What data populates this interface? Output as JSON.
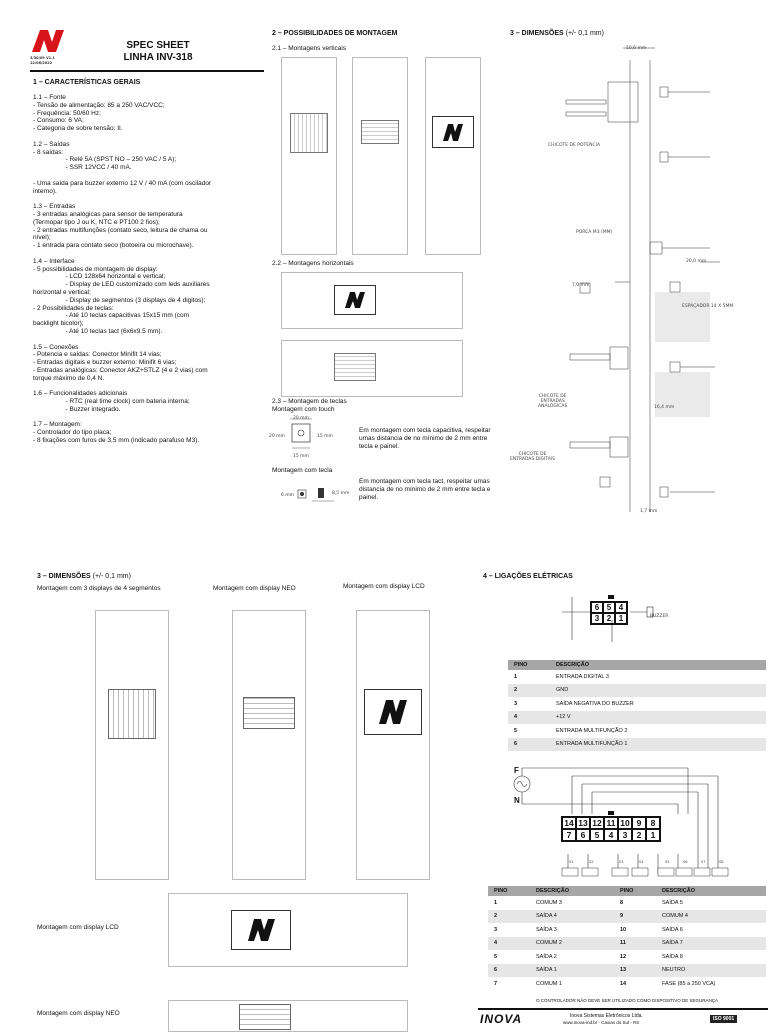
{
  "header": {
    "logo_alt": "N logo",
    "code_line1": "3/30/09 V1.1",
    "code_line2": "12/06/2022",
    "title_line1": "SPEC SHEET",
    "title_line2": "LINHA INV-318"
  },
  "section1": {
    "title": "1 – CARACTERÍSTICAS GERAIS",
    "body": "1.1 – Fonte\n- Tensão de alimentação: 85 a 250 VAC/VCC;\n- Frequência: 50/60 Hz;\n- Consumo: 6 VA;\n- Categoria de sobre tensão: II.\n\n1.2 – Saídas\n- 8 saídas:\n                  - Relé 5A (SPST NO – 250 VAC / 5 A);\n                  - SSR 12VCC / 40 mA.\n\n- Uma saída para buzzer externo 12 V / 40 mA (com oscilador\ninterno).\n\n1.3 – Entradas\n- 3 entradas analógicas para sensor de temperatura\n(Termopar tipo J ou K, NTC e PT100 2 fios);\n- 2 entradas multifunções (contato seco, leitura de chama ou\nnível);\n- 1 entrada para contato seco (botoeira ou microchave).\n\n1.4 – Interface\n- 5 possibilidades de montagem de display:\n                  - LCD 128x64 horizontal e vertical;\n                  - Display de LED customizado com leds auxiliares\nhorizontal e vertical;\n                  - Display de segmentos (3 displays de 4 digitos);\n- 2 Possibilidades de teclas:\n                  - Até 10 teclas capacitivas 15x15 mm (com\nbacklight bicolor);\n                  - Até 10 teclas tact (6x6x9.5 mm).\n\n1.5 – Conexões\n- Potencia e saídas: Conector Minifit 14 vias;\n- Entradas digitais e buzzer externo: Minifit 6 vias;\n- Entradas analógicas: Conector AKZ+STLZ (4 e 2 vias) com\ntorque máximo de 0,4 N.\n\n1.6 – Funcionalidades adicionais\n                  - RTC (real time clock) com bateria interna;\n                  - Buzzer integrado.\n\n1.7 – Montagem:\n- Controlador do tipo placa;\n- 8 fixações com furos de 3,5 mm (indicado parafuso M3)."
  },
  "section2": {
    "title": "2 – POSSIBILIDADES DE MONTAGEM",
    "sub_vertical": "2.1 – Montagens verticais",
    "sub_horizontal": "2.2 – Montagens horizontais",
    "sub_keys": "2.3 – Montagem de teclas",
    "touch_label": "Montagem com touch",
    "tact_label": "Montagem com tecla",
    "touch_note": "Em montagem com tecla capacitiva, respeitar umas distancia de no mínimo de 2 mm entre tecla e painel.",
    "tact_note": "Em montagem com tecla tact, respeitar umas distancia de no mínimo de 2 mm entre tecla e painel.",
    "touch_dims": [
      "20 mm",
      "20 mm",
      "15 mm",
      "15 mm"
    ],
    "tact_dims": [
      "6 mm",
      "8,5 mm"
    ]
  },
  "section3a": {
    "title": "3 – DIMENSÕES",
    "tolerance": "(+/- 0,1 mm)",
    "labels": {
      "power_harness": "CHICOTE DE POTENCIA",
      "nut": "PORCA M3 (MM)",
      "spacer": "ESPAÇADOR 14 X 5MM",
      "input_harness": "CHICOTE DE\nENTRADAS\nANALÓGICAS",
      "digital_harness": "CHICOTE DE\nENTRADAS DIGITAIS"
    },
    "dims": [
      "10,6 mm",
      "20,0 mm",
      "7,0 mm",
      "16,4 mm",
      "1,7 mm"
    ]
  },
  "section3b": {
    "title": "3 – DIMENSÕES",
    "tolerance": "(+/- 0,1 mm)",
    "label_segments": "Montagem com 3 displays de 4 segmentos",
    "label_neo": "Montagem com display NEO",
    "label_lcd": "Montagem com display LCD",
    "label_lcd_h": "Montagem com display LCD",
    "label_neo_h": "Montagem com display NEO"
  },
  "section4": {
    "title": "4 – LIGAÇÕES ELÉTRICAS",
    "conn6_top": [
      "6",
      "5",
      "4"
    ],
    "conn6_bottom": [
      "3",
      "2",
      "1"
    ],
    "buzzer": "BUZZER",
    "table1": {
      "headers": [
        "PINO",
        "DESCRIÇÃO"
      ],
      "rows": [
        [
          "1",
          "ENTRADA DIGITAL 3"
        ],
        [
          "2",
          "GND"
        ],
        [
          "3",
          "SAÍDA NEGATIVA DO BUZZER"
        ],
        [
          "4",
          "+12 V"
        ],
        [
          "5",
          "ENTRADA MULTIFUNÇÃO 2"
        ],
        [
          "6",
          "ENTRADA MULTIFUNÇÃO 1"
        ]
      ]
    },
    "f_label": "F",
    "n_label": "N",
    "conn14_top": [
      "14",
      "13",
      "12",
      "11",
      "10",
      "9",
      "8"
    ],
    "conn14_bottom": [
      "7",
      "6",
      "5",
      "4",
      "3",
      "2",
      "1"
    ],
    "relay_labels": [
      "S1",
      "S2",
      "S3",
      "S4",
      "S5",
      "S6",
      "S7",
      "S8"
    ],
    "table2": {
      "headers": [
        "PINO",
        "DESCRIÇÃO",
        "PINO",
        "DESCRIÇÃO"
      ],
      "rows": [
        [
          "1",
          "COMUM 3",
          "8",
          "SAÍDA 5"
        ],
        [
          "2",
          "SAÍDA 4",
          "9",
          "COMUM 4"
        ],
        [
          "3",
          "SAÍDA 3",
          "10",
          "SAÍDA 6"
        ],
        [
          "4",
          "COMUM 2",
          "11",
          "SAÍDA 7"
        ],
        [
          "5",
          "SAÍDA 2",
          "12",
          "SAÍDA 8"
        ],
        [
          "6",
          "SAÍDA 1",
          "13",
          "NEUTRO"
        ],
        [
          "7",
          "COMUM 1",
          "14",
          "FASE (85 a 250 VCA)"
        ]
      ]
    },
    "warning": "O CONTROLADOR NÃO DEVE SER UTILIZADO COMO DISPOSITIVO DE SEGURANÇA"
  },
  "footer": {
    "brand": "INOVA",
    "company": "Inova Sistemas Eletrônicos Ltda.",
    "address": "www.inova-ind.br - Caxias do Sul - RS",
    "iso": "ISO 9001"
  },
  "colors": {
    "logo_red": "#d7141a",
    "table_header": "#a6a6a6",
    "row_alt": "#e6e6e6"
  }
}
